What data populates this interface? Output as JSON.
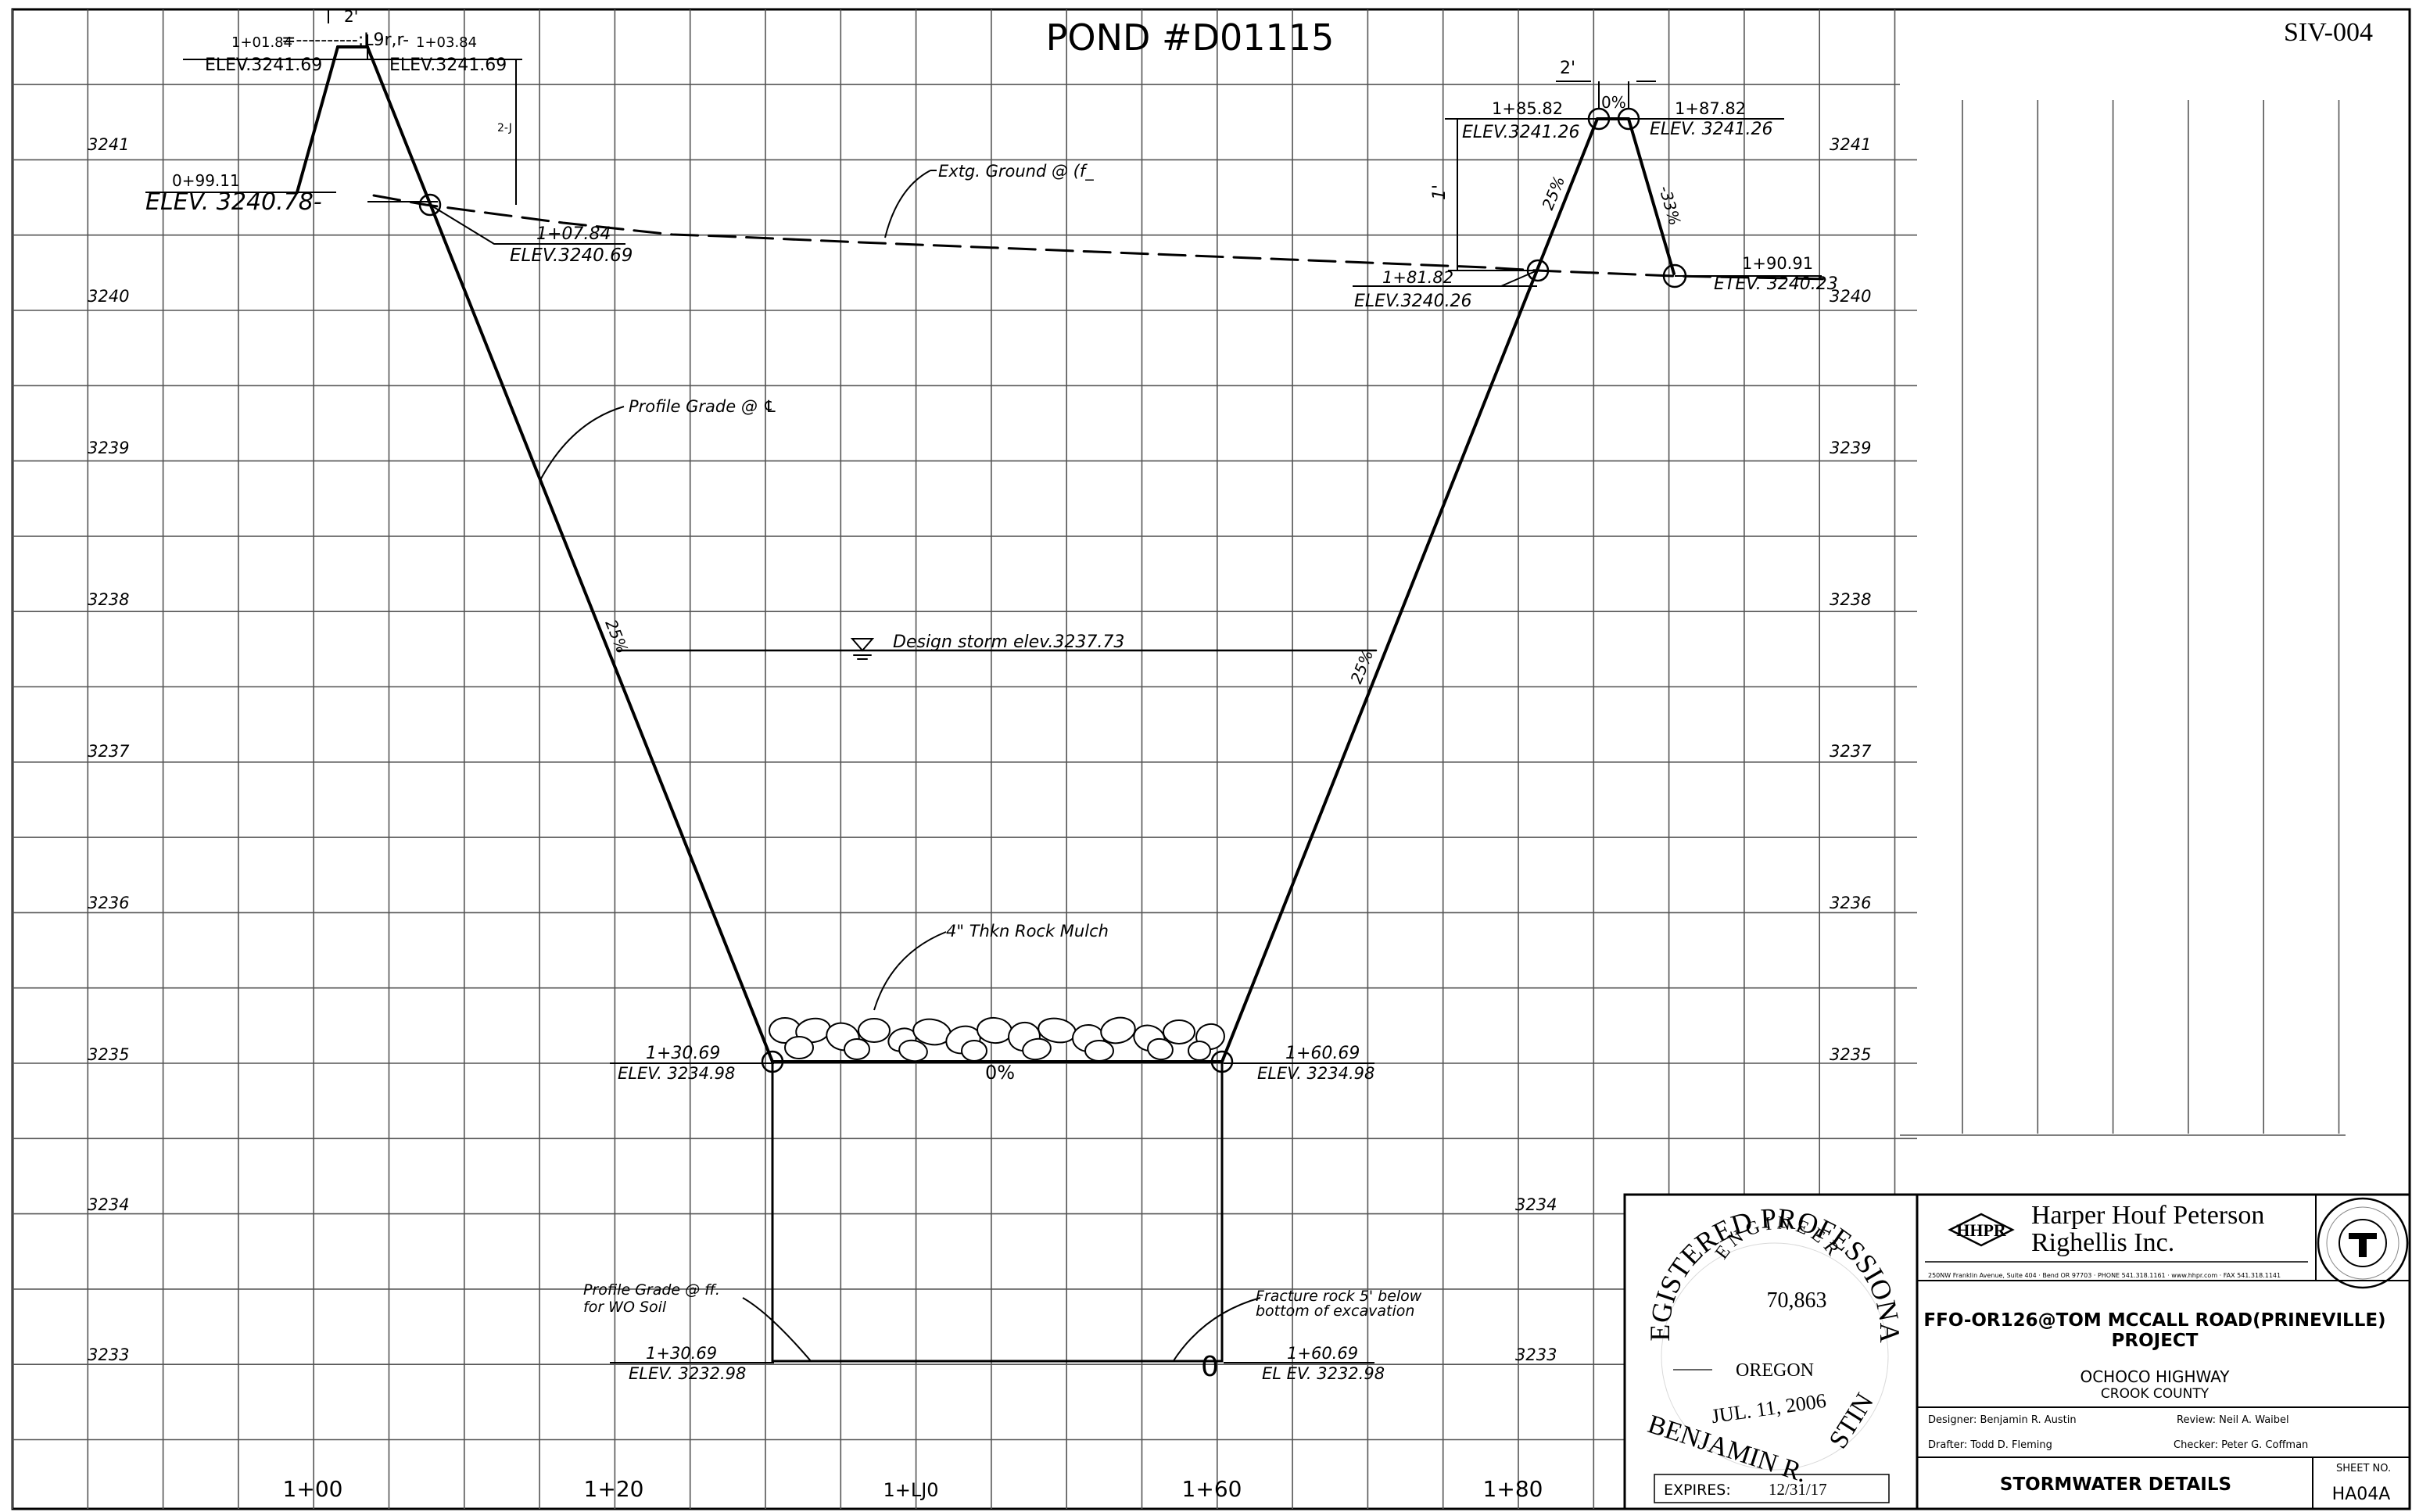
{
  "sheet_id": "SIV-004",
  "title": "POND #D01115",
  "elev_labels_left": [
    "3241",
    "3240",
    "3239",
    "3238",
    "3237",
    "3236",
    "3235",
    "3234",
    "3233"
  ],
  "elev_labels_right_upper": [
    "3241",
    "3240",
    "3239",
    "3238",
    "3237",
    "3236",
    "3235"
  ],
  "elev_labels_right_lower": [
    "3234",
    "3233"
  ],
  "station_labels": [
    "1+00",
    "1+20",
    "1+LJ0",
    "1+60",
    "1+80"
  ],
  "points": {
    "p1_sta": "1+01.84",
    "p1_elev": "ELEV.3241.69",
    "p1_lead": "=----------:L9r,r-",
    "p2_sta": "1+03.84",
    "p2_elev": "ELEV.3241.69",
    "p0_sta": "0+99.11",
    "p0_elev": "ELEV. 3240.78-",
    "p3_sta": "1+07.84",
    "p3_elev": "ELEV.3240.69",
    "p4_sta": "1+85.82",
    "p4_elev": "ELEV.3241.26",
    "p5_sta": "1+87.82",
    "p5_elev": "ELEV. 3241.26",
    "p6_sta": "1+81.82",
    "p6_elev": "ELEV.3240.26",
    "p7_sta": "1+90.91",
    "p7_elev": "ETEV. 3240.23",
    "p8_sta": "1+30.69",
    "p8_elev": "ELEV. 3234.98",
    "p9_sta": "1+60.69",
    "p9_elev": "ELEV. 3234.98",
    "p10_sta": "1+30.69",
    "p10_elev": "ELEV. 3232.98",
    "p11_sta": "1+60.69",
    "p11_elev": "EL EV. 3232.98"
  },
  "dims": {
    "top_width_left": "2'",
    "top_width_right": "2'",
    "top_slope": "0%",
    "height_1": "1'",
    "mark_small": "2-J",
    "slope_r_outer": "-33%",
    "slope_r_upper": "25%",
    "slope_left": "25%",
    "slope_right": "25%",
    "bottom_slope": "0%",
    "bottom_zero": "0"
  },
  "notes": {
    "extg_ground": "Extg. Ground @ (f_",
    "profile_grade": "Profile Grade @ ℄",
    "design_storm": "Design storm elev.3237.73",
    "rock_mulch": "4\" Thkn Rock Mulch",
    "profile_wo_1": "Profile Grade @ ff.",
    "profile_wo_2": "for WO Soil",
    "fracture_1": "Fracture rock 5' below",
    "fracture_2": "bottom of excavation"
  },
  "stamp": {
    "arc_top": "REGISTERED PROFESSIONAL",
    "engineer": "ENGINEER",
    "number": "70,863",
    "state": "OREGON",
    "date": "JUL. 11, 2006",
    "name_left": "BENJAMIN R.",
    "name_right": "STIN",
    "expires_label": "EXPIRES:",
    "expires_date": "12/31/17"
  },
  "title_block": {
    "logo_text": "HHPR",
    "firm_line1": "Harper Houf Peterson",
    "firm_line2": "Righellis Inc.",
    "firm_address": "250NW Franklin Avenue, Suite 404 · Bend OR 97703 · PHONE 541.318.1161 · www.hhpr.com · FAX 541.318.1141",
    "project_line1": "FFO-OR126@TOM  MCCALL ROAD(PRINEVILLE)",
    "project_line2": "PROJECT",
    "highway": "OCHOCO HIGHWAY",
    "county": "CROOK COUNTY",
    "designer": "Designer: Benjamin R. Austin",
    "review": "Review:  Neil A. Waibel",
    "drafter": "Drafter:  Todd D. Fleming",
    "checker": "Checker:  Peter G. Coffman",
    "sheet_title": "STORMWATER  DETAILS",
    "sheet_no_label": "SHEET NO.",
    "sheet_no": "HA04A"
  }
}
